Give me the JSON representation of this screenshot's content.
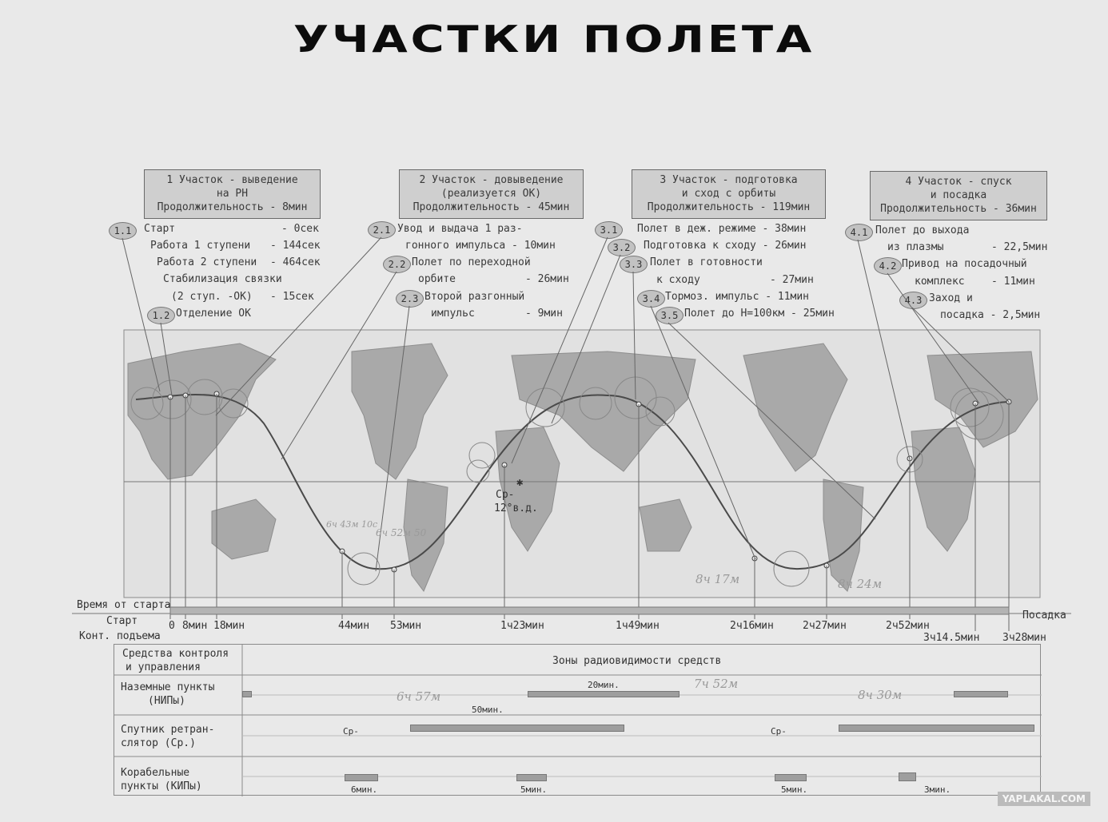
{
  "title": "УЧАСТКИ ПОЛЕТА",
  "sections": [
    {
      "lines": [
        "1 Участок - выведение",
        "на РН",
        "Продолжительность - 8мин"
      ]
    },
    {
      "lines": [
        "2 Участок - довыведение",
        "(реализуется ОК)",
        "Продолжительность - 45мин"
      ]
    },
    {
      "lines": [
        "3 Участок - подготовка",
        "и сход с орбиты",
        "Продолжительность - 119мин"
      ]
    },
    {
      "lines": [
        "4 Участок - спуск",
        "и посадка",
        "Продолжительность - 36мин"
      ]
    }
  ],
  "badges": [
    "1.1",
    "1.2",
    "2.1",
    "2.2",
    "2.3",
    "3.1",
    "3.2",
    "3.3",
    "3.4",
    "3.5",
    "4.1",
    "4.2",
    "4.3"
  ],
  "items": {
    "s1": [
      "Старт",
      "- 0сек",
      "Работа 1 ступени",
      "- 144сек",
      "Работа 2 ступени",
      "- 464сек",
      "Стабилизация связки",
      "(2 ступ. -ОК)",
      "- 15сек",
      "Отделение ОК"
    ],
    "s2": [
      "Увод и выдача 1  раз-",
      "гонного импульса  - 10мин",
      "Полет по переходной",
      "орбите",
      "- 26мин",
      "Второй разгонный",
      "импульс",
      "- 9мин"
    ],
    "s3": [
      "Полет в деж. режиме - 38мин",
      "Подготовка к сходу - 26мин",
      "Полет в готовности",
      "к сходу",
      "- 27мин",
      "Тормоз. импульс - 11мин",
      "Полет до Н=100км - 25мин"
    ],
    "s4": [
      "Полет до выхода",
      "из плазмы",
      "- 22,5мин",
      "Привод на посадочный",
      "комплекс",
      "- 11мин",
      "Заход и",
      "посадка - 2,5мин"
    ]
  },
  "map_labels": {
    "relay": "Ср-",
    "relay_lon": "12°в.д.",
    "hand": [
      "6ч 43м 10с",
      "6ч 52м 50",
      "8ч 17м",
      "8ч 24м",
      "6ч 57м",
      "7ч 52м",
      "8ч 30м"
    ]
  },
  "timeline": {
    "row1": "Время от старта",
    "row2": "Старт",
    "row3": "Конт. подъема",
    "end": "Посадка",
    "ticks": [
      "0",
      "8мин",
      "18мин",
      "44мин",
      "53мин",
      "1ч23мин",
      "1ч49мин",
      "2ч16мин",
      "2ч27мин",
      "2ч52мин",
      "3ч14.5мин",
      "3ч28мин"
    ]
  },
  "table": {
    "header_left": [
      "Средства контроля",
      "и управления"
    ],
    "header_right": "Зоны радиовидимости средств",
    "rows": [
      {
        "label": [
          "Наземные пункты",
          "(НИПы)"
        ]
      },
      {
        "label": [
          "Спутник  ретран-",
          "слятор  (Ср.)"
        ]
      },
      {
        "label": [
          "Корабельные",
          "пункты (КИПы)"
        ]
      }
    ],
    "durations": [
      "20мин.",
      "50мин.",
      "6мин.",
      "5мин.",
      "5мин.",
      "3мин."
    ],
    "relay": [
      "Ср-",
      "Ср-"
    ]
  },
  "watermark": "YAPLAKAL.COM"
}
